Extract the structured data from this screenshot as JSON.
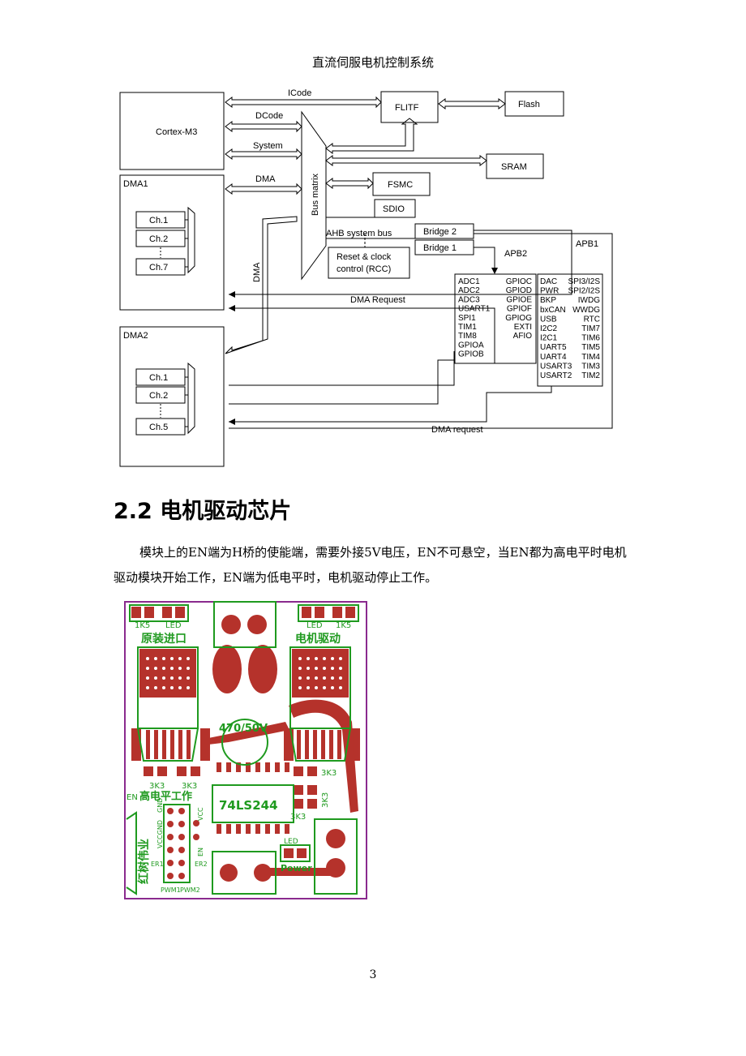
{
  "header": {
    "title": "直流伺服电机控制系统"
  },
  "diagram": {
    "blocks": {
      "cortex": "Cortex-M3",
      "dma1": "DMA1",
      "dma2": "DMA2",
      "flitf": "FLITF",
      "flash": "Flash",
      "sram": "SRAM",
      "fsmc": "FSMC",
      "sdio": "SDIO",
      "bus_matrix": "Bus matrix",
      "bridge2": "Bridge 2",
      "bridge1": "Bridge 1",
      "rcc_line1": "Reset & clock",
      "rcc_line2": "control (RCC)"
    },
    "buses": {
      "icode": "ICode",
      "dcode": "DCode",
      "system": "System",
      "dma": "DMA",
      "dma_vertical": "DMA",
      "ahb": "AHB system bus",
      "apb2": "APB2",
      "apb1": "APB1",
      "dma_request1": "DMA Request",
      "dma_request2": "DMA request"
    },
    "dma1_channels": [
      "Ch.1",
      "Ch.2",
      "Ch.7"
    ],
    "dma2_channels": [
      "Ch.1",
      "Ch.2",
      "Ch.5"
    ],
    "apb2_left": [
      "ADC1",
      "ADC2",
      "ADC3",
      "USART1",
      "SPI1",
      "TIM1",
      "TIM8",
      "GPIOA",
      "GPIOB"
    ],
    "apb2_right": [
      "GPIOC",
      "GPIOD",
      "GPIOE",
      "GPIOF",
      "GPIOG",
      "EXTI",
      "AFIO"
    ],
    "apb1_left": [
      "DAC",
      "PWR",
      "BKP",
      "bxCAN",
      "USB",
      "I2C2",
      "I2C1",
      "UART5",
      "UART4",
      "USART3",
      "USART2"
    ],
    "apb1_right": [
      "SPI3/I2S",
      "SPI2/I2S",
      "IWDG",
      "WWDG",
      "RTC",
      "TIM7",
      "TIM6",
      "TIM5",
      "TIM4",
      "TIM3",
      "TIM2"
    ]
  },
  "section": {
    "heading": "2.2 电机驱动芯片",
    "paragraph": "模块上的EN端为H桥的使能端，需要外接5V电压，EN不可悬空，当EN都为高电平时电机驱动模块开始工作，EN端为低电平时，电机驱动停止工作。"
  },
  "pcb": {
    "label_1k5_left": "1K5",
    "label_led_left": "LED",
    "label_led_right": "LED",
    "label_1k5_right": "1K5",
    "label_original": "原装进口",
    "label_motor_drive": "电机驱动",
    "label_cap": "470/50V",
    "label_3k3_a": "3K3",
    "label_3k3_b": "3K3",
    "label_3k3_c": "3K3",
    "label_3k3_d": "3K3",
    "label_3k3_e": "3K3",
    "label_en": "EN",
    "label_high_level": "高电平工作",
    "label_chip": "74LS244",
    "label_vertical_company": "红树伟业",
    "label_vccgnd": "VCCGND",
    "label_gnd": "GND",
    "label_vcc": "VCC",
    "label_en_pin": "EN",
    "label_er1": "ER1",
    "label_er2": "ER2",
    "label_pwm1": "PWM1",
    "label_pwm2": "PWM2",
    "label_led_power": "LED",
    "label_power": "Power",
    "colors": {
      "copper": "#b5322b",
      "silk": "#1f9a1f",
      "outline": "#8a2a8e"
    }
  },
  "footer": {
    "page_number": "3"
  }
}
